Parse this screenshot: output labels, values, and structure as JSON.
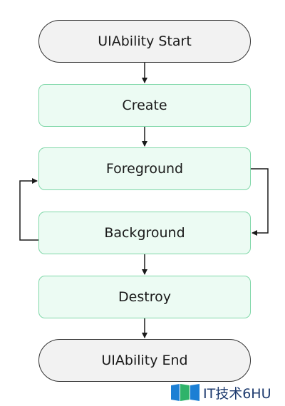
{
  "nodes": {
    "start": "UIAbility Start",
    "create": "Create",
    "foreground": "Foreground",
    "background": "Background",
    "destroy": "Destroy",
    "end": "UIAbility End"
  },
  "watermark": {
    "text": "IT技术6HU"
  },
  "colors": {
    "terminal_border": "#333333",
    "terminal_fill": "#f2f2f2",
    "state_border": "#7fd7a8",
    "state_fill": "#ecfbf3",
    "arrow": "#1a1a1a",
    "watermark_text": "#1d3a6e"
  }
}
